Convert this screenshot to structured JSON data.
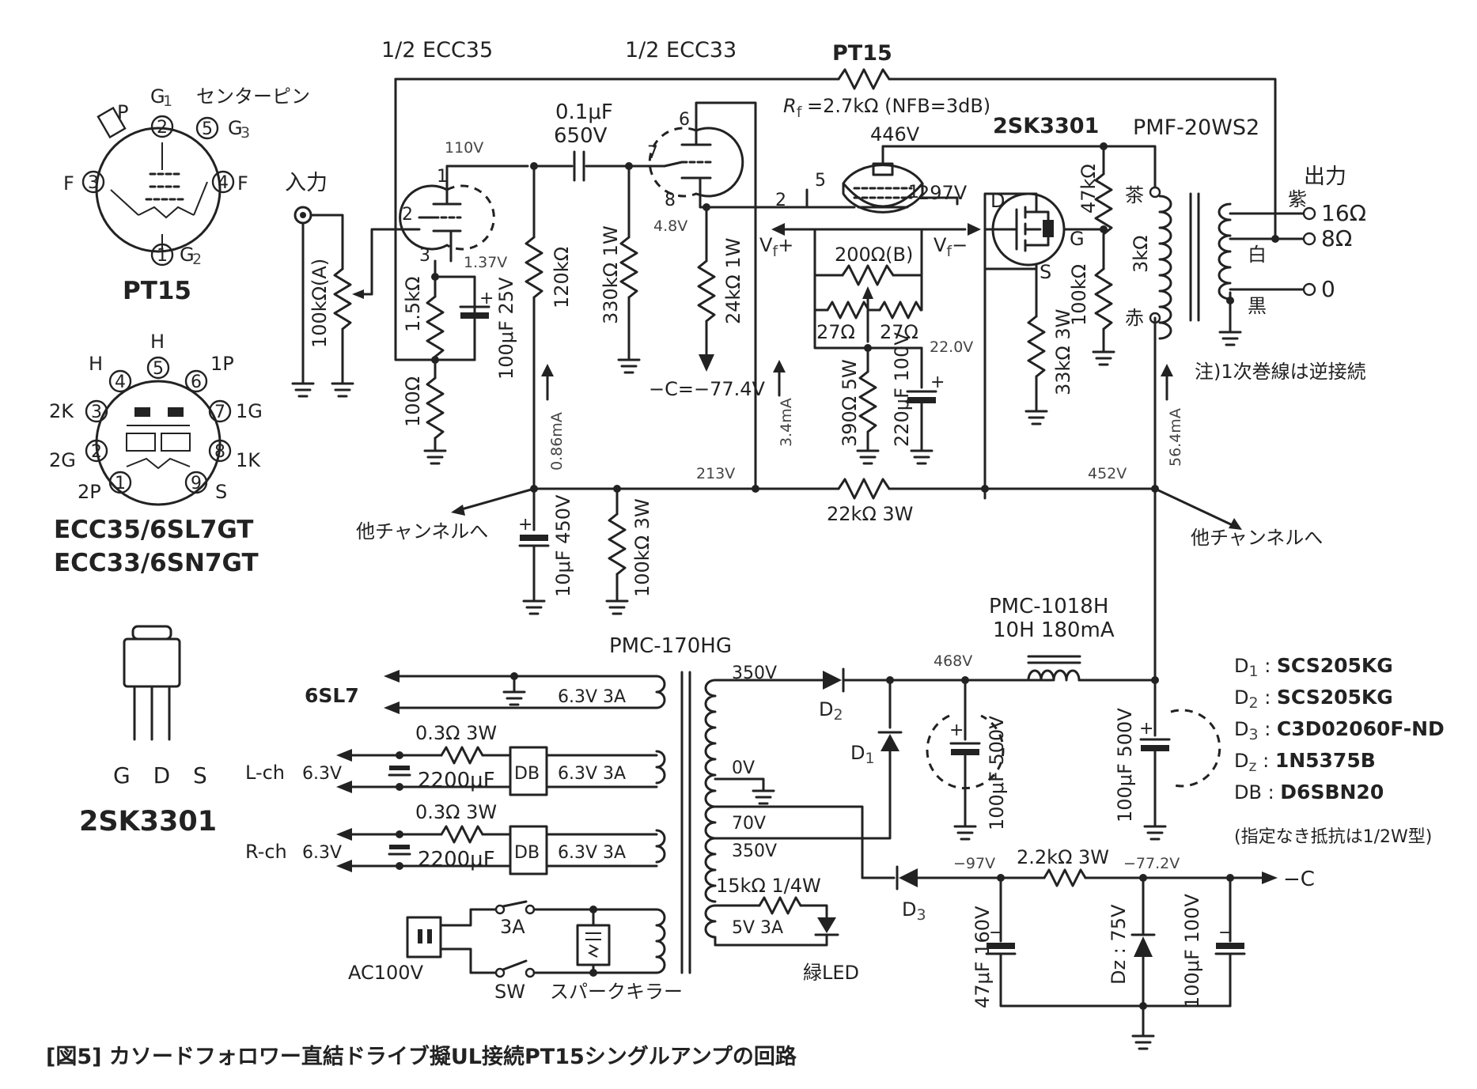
{
  "tubes": {
    "v1": "1/2 ECC35",
    "v2": "1/2 ECC33",
    "pt15": "PT15",
    "mosfet": "2SK3301"
  },
  "nfb": {
    "title": "PT15",
    "label": "=2.7kΩ (NFB=3dB)",
    "symbol": "R",
    "subscript": "f"
  },
  "output": {
    "transformer": "PMF-20WS2",
    "title": "出力",
    "tap_colors": [
      "紫",
      "白",
      "黒"
    ],
    "tap_labels": [
      "16Ω",
      "8Ω",
      "0"
    ],
    "primary_colors": [
      "茶",
      "赤"
    ],
    "primary_impedance": "3kΩ",
    "note": "注)1次巻線は逆接続"
  },
  "input": {
    "label": "入力",
    "pot": "100kΩ(A)"
  },
  "v1_stage": {
    "pins": [
      "1",
      "2",
      "3"
    ],
    "plate_v": "110V",
    "cathode_v": "1.37V",
    "rk1": "1.5kΩ",
    "rk2": "100Ω",
    "ck": "100μF 25V",
    "rp": "120kΩ",
    "current": "0.86mA"
  },
  "coupling": {
    "cap_value": "0.1μF",
    "cap_voltage": "650V",
    "grid_r": "330kΩ 1W"
  },
  "v2_stage": {
    "pins": [
      "6",
      "7",
      "8"
    ],
    "cathode_v": "4.8V",
    "rk": "24kΩ 1W",
    "neg_supply": "−C=−77.4V",
    "current": "3.4mA"
  },
  "pt15_stage": {
    "plate_v": "446V",
    "g2_v": "297V",
    "pins": [
      "5",
      "2",
      "1"
    ],
    "bal_pot": "200Ω(B)",
    "r27a": "27Ω",
    "r27b": "27Ω",
    "vf_plus": "V",
    "vf_minus": "V",
    "cath_v": "22.0V",
    "rk": "390Ω 5W",
    "ck": "220μF 100V"
  },
  "mosfet_stage": {
    "d": "D",
    "g": "G",
    "s": "S",
    "rs": "33kΩ 3W",
    "rg1": "47kΩ",
    "rg2": "100kΩ"
  },
  "rails": {
    "b1_v": "213V",
    "b2_v": "452V",
    "drop_r": "22kΩ 3W",
    "filter_c": "10μF 450V",
    "bleed_r": "100kΩ 3W",
    "out_current": "56.4mA",
    "other_ch_left": "他チャンネルへ",
    "other_ch_right": "他チャンネルへ"
  },
  "pinout_pt15": {
    "pins": {
      "P": "P",
      "G1": "G",
      "G1s": "1",
      "G2": "G",
      "G2s": "2",
      "G3": "G",
      "G3s": "3",
      "F1": "F",
      "F2": "F"
    },
    "numbers": [
      "2",
      "3",
      "4",
      "1",
      "5"
    ],
    "center": "センターピン",
    "title": "PT15"
  },
  "pinout_octal": {
    "labels": [
      "H",
      "H",
      "1P",
      "2K",
      "1G",
      "2G",
      "1K",
      "2P",
      "S"
    ],
    "numbers": [
      "1",
      "2",
      "3",
      "4",
      "5",
      "6",
      "7",
      "8",
      "9"
    ],
    "title1": "ECC35/6SL7GT",
    "title2": "ECC33/6SN7GT"
  },
  "mosfet_pinout": {
    "pins": "G D S",
    "title": "2SK3301"
  },
  "power": {
    "pt": "PMC-170HG",
    "choke_name": "PMC-1018H",
    "choke_spec": "10H 180mA",
    "taps": [
      "350V",
      "0V",
      "70V",
      "350V"
    ],
    "heater_label": "6SL7",
    "heater_6v3": "6.3V 3A",
    "lch": "L-ch",
    "rch": "R-ch",
    "v63a": "6.3V",
    "v63b": "6.3V",
    "res_03a": "0.3Ω 3W",
    "res_03b": "0.3Ω 3W",
    "cap_2200a": "2200μF",
    "cap_2200b": "2200μF",
    "db_a": "DB",
    "db_b": "DB",
    "w63a": "6.3V 3A",
    "w63b": "6.3V 3A",
    "d2": "D",
    "d1": "D",
    "d3": "D",
    "v468": "468V",
    "c1": "100μF 500V",
    "c2": "100μF 500V",
    "v5": "5V 3A",
    "led_r": "15kΩ 1/4W",
    "led": "緑LED",
    "fuse": "3A",
    "sw": "SW",
    "ac": "AC100V",
    "spark": "スパークキラー",
    "neg_v1": "−97V",
    "neg_v2": "−77.2V",
    "neg_r": "2.2kΩ 3W",
    "neg_c1": "47μF 160V",
    "neg_c2": "100μF 100V",
    "dz": "Dz : 75V",
    "neg_out": "−C"
  },
  "parts_list": [
    {
      "name": "D",
      "sub": "1",
      "value": "SCS205KG"
    },
    {
      "name": "D",
      "sub": "2",
      "value": "SCS205KG"
    },
    {
      "name": "D",
      "sub": "3",
      "value": "C3D02060F-ND"
    },
    {
      "name": "D",
      "sub": "z",
      "value": "1N5375B"
    },
    {
      "name": "DB",
      "sub": "",
      "value": "D6SBN20"
    }
  ],
  "parts_note": "(指定なき抵抗は1/2W型)",
  "caption": "[図5] カソードフォロワー直結ドライブ擬UL接続PT15シングルアンプの回路"
}
